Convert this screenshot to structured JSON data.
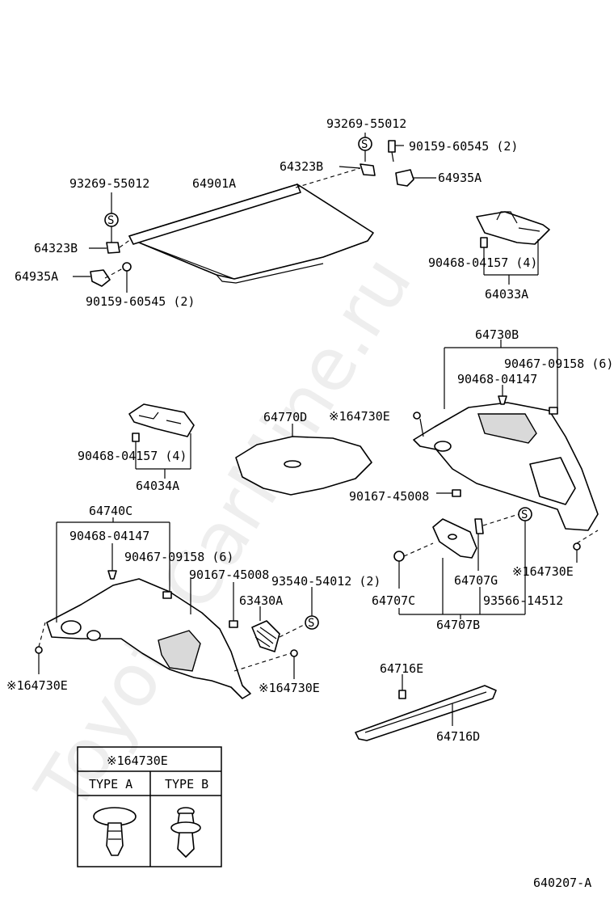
{
  "watermark": "ToyotaCarMine.ru",
  "figure_id": "640207-A",
  "labels": {
    "l_93269_top": "93269-55012",
    "l_90159_top": "90159-60545 (2)",
    "l_64323B_top": "64323B",
    "l_64935A_top": "64935A",
    "l_93269_left": "93269-55012",
    "l_64901A": "64901A",
    "l_64323B_left": "64323B",
    "l_64935A_left": "64935A",
    "l_90159_left": "90159-60545 (2)",
    "l_90468_4157_r": "90468-04157 (4)",
    "l_64033A": "64033A",
    "l_64730B": "64730B",
    "l_90467_r": "90467-09158 (6)",
    "l_90468_4147_r": "90468-04147",
    "l_164730E_mid": "※164730E",
    "l_64770D": "64770D",
    "l_90468_4157_l": "90468-04157 (4)",
    "l_64034A": "64034A",
    "l_90167_r": "90167-45008",
    "l_64740C": "64740C",
    "l_90468_4147_l": "90468-04147",
    "l_90467_l": "90467-09158 (6)",
    "l_90167_l": "90167-45008",
    "l_93540": "93540-54012 (2)",
    "l_63430A": "63430A",
    "l_164730E_r": "※164730E",
    "l_64707G": "64707G",
    "l_64707C": "64707C",
    "l_93566": "93566-14512",
    "l_64707B": "64707B",
    "l_164730E_l": "※164730E",
    "l_164730E_c": "※164730E",
    "l_64716E": "64716E",
    "l_64716D": "64716D"
  },
  "clip_table": {
    "title": "※164730E",
    "col_a": "TYPE A",
    "col_b": "TYPE B"
  },
  "marker_s": "S"
}
